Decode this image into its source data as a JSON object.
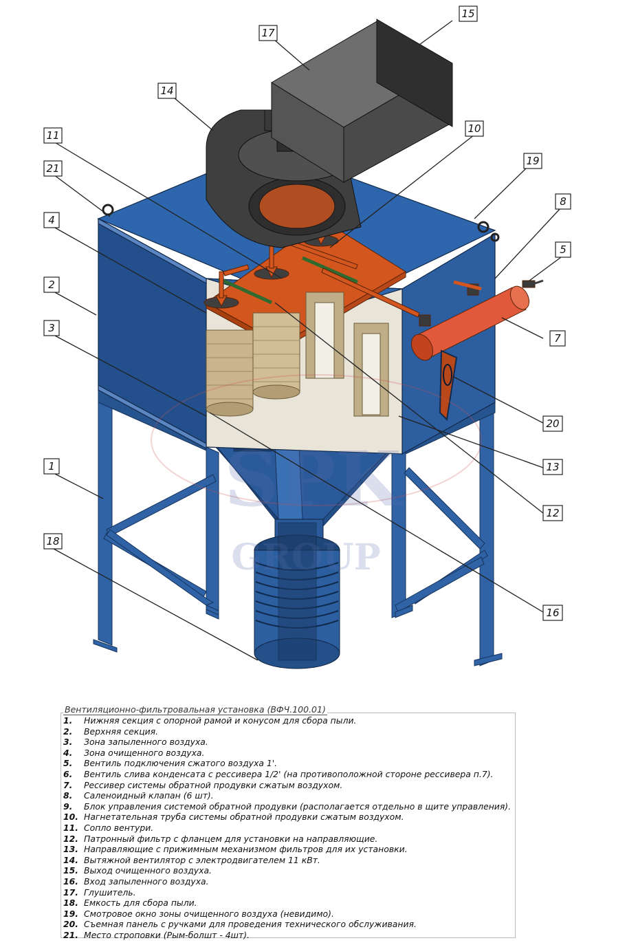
{
  "callouts": [
    "15",
    "17",
    "14",
    "11",
    "10",
    "21",
    "19",
    "8",
    "4",
    "5",
    "2",
    "7",
    "3",
    "20",
    "13",
    "1",
    "12",
    "18",
    "16"
  ],
  "watermark": {
    "main": "SPK",
    "sub": "GROUP"
  },
  "legend": {
    "title": "Вентиляционно-фильтровальная установка (ВФЧ.100.01)",
    "items": [
      {
        "num": "1.",
        "text": "Нижняя секция с опорной рамой и конусом для сбора пыли."
      },
      {
        "num": "2.",
        "text": "Верхняя секция."
      },
      {
        "num": "3.",
        "text": "Зона запыленного воздуха."
      },
      {
        "num": "4.",
        "text": "Зона очищенного воздуха."
      },
      {
        "num": "5.",
        "text": "Вентиль подключения сжатого воздуха 1'."
      },
      {
        "num": "6.",
        "text": "Вентиль слива конденсата с рессивера 1/2' (на противоположной стороне рессивера п.7)."
      },
      {
        "num": "7.",
        "text": "Рессивер системы обратной продувки сжатым воздухом."
      },
      {
        "num": "8.",
        "text": "Саленоидный клапан (6 шт)."
      },
      {
        "num": "9.",
        "text": "Блок управления системой обратной продувки (располагается отдельно в щите управления)."
      },
      {
        "num": "10.",
        "text": "Нагнетательная труба системы обратной продувки сжатым воздухом."
      },
      {
        "num": "11.",
        "text": "Сопло вентури."
      },
      {
        "num": "12.",
        "text": "Патронный фильтр с фланцем для установки на направляющие."
      },
      {
        "num": "13.",
        "text": "Направляющие с прижимным механизмом фильтров для их установки."
      },
      {
        "num": "14.",
        "text": "Вытяжной вентилятор с электродвигателем 11 кВт."
      },
      {
        "num": "15.",
        "text": "Выход очищенного воздуха."
      },
      {
        "num": "16.",
        "text": "Вход запыленного воздуха."
      },
      {
        "num": "17.",
        "text": "Глушитель."
      },
      {
        "num": "18.",
        "text": "Емкость для сбора пыли."
      },
      {
        "num": "19.",
        "text": "Смотровое окно зоны очищенного воздуха (невидимо)."
      },
      {
        "num": "20.",
        "text": "Съемная панель с ручками для проведения технического обслуживания."
      },
      {
        "num": "21.",
        "text": "Место строповки (Рым-болшт - 4шт)."
      }
    ]
  },
  "colors": {
    "steel_blue": "#2f63a6",
    "steel_dark": "#1d3f6e",
    "orange": "#d2561e",
    "fan_gray": "#4a4a4a",
    "filter_tan": "#c9b48d"
  }
}
